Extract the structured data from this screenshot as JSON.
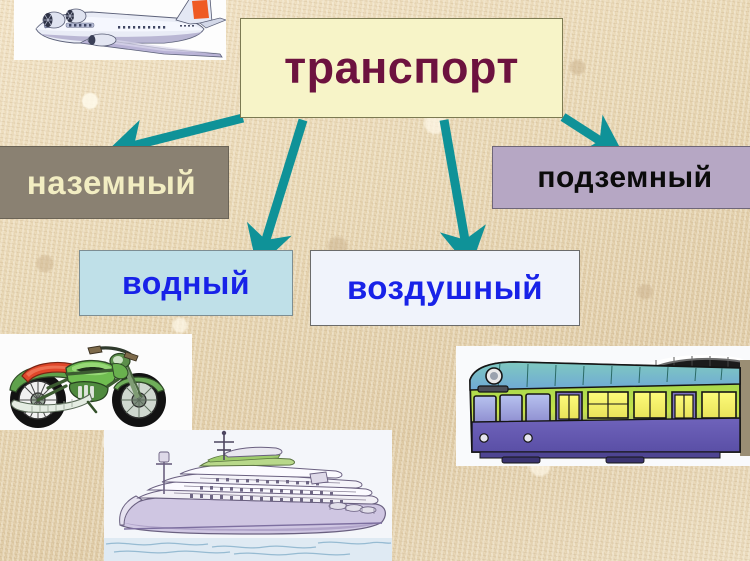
{
  "diagram": {
    "title": "транспорт",
    "title_color": "#6d123f",
    "title_bg": "#f7f4c8",
    "arrow_color": "#0f9298",
    "background_color": "#e8d7b6",
    "nodes": [
      {
        "id": "ground",
        "label": "наземный",
        "text_color": "#f2edc2",
        "bg_color": "#8a8172"
      },
      {
        "id": "water",
        "label": "водный",
        "text_color": "#1822e8",
        "bg_color": "#bfe0e8"
      },
      {
        "id": "air",
        "label": "воздушный",
        "text_color": "#1822e8",
        "bg_color": "#f0f3fb"
      },
      {
        "id": "underground",
        "label": "подземный",
        "text_color": "#0b0b0b",
        "bg_color": "#b6a7c4"
      }
    ],
    "images": [
      {
        "id": "plane",
        "name": "airplane-illustration"
      },
      {
        "id": "motorcycle",
        "name": "motorcycle-illustration"
      },
      {
        "id": "ship",
        "name": "passenger-ship-illustration"
      },
      {
        "id": "train",
        "name": "metro-train-illustration"
      }
    ]
  }
}
